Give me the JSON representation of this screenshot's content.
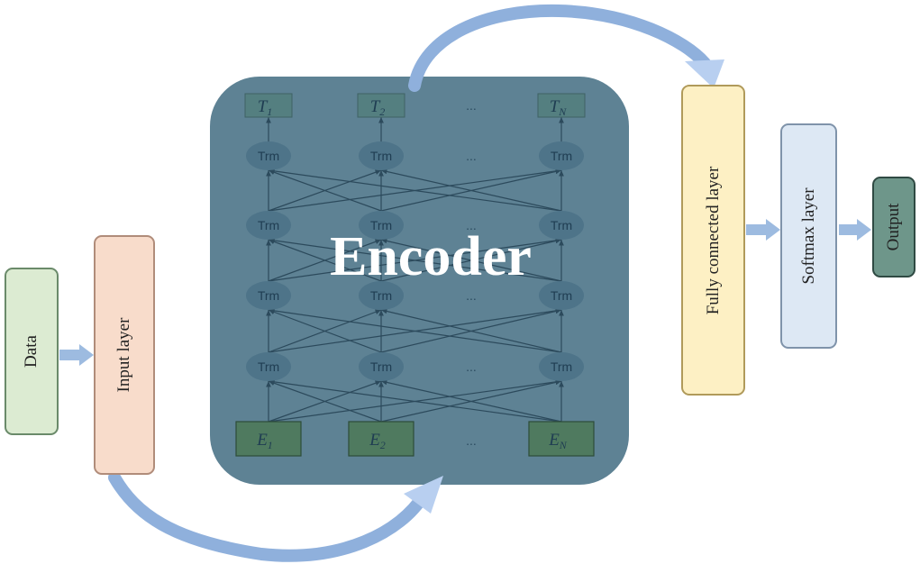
{
  "data_box": {
    "label": "Data"
  },
  "input_box": {
    "label": "Input  layer"
  },
  "encoder": {
    "title": "Encoder",
    "node_label": "Trm",
    "ellipsis": "...",
    "outputs": [
      {
        "letter": "T",
        "sub": "1"
      },
      {
        "letter": "T",
        "sub": "2"
      },
      {
        "letter": "T",
        "sub": "N"
      }
    ],
    "inputs": [
      {
        "letter": "E",
        "sub": "1"
      },
      {
        "letter": "E",
        "sub": "2"
      },
      {
        "letter": "E",
        "sub": "N"
      }
    ]
  },
  "fc_box": {
    "label": "Fully  connected  layer"
  },
  "softmax_box": {
    "label": "Softmax  layer"
  },
  "output_box": {
    "label": "Output"
  },
  "colors": {
    "data_fill": "#dcebd2",
    "input_fill": "#f8dccb",
    "encoder_fill": "#5e8294",
    "fc_fill": "#fdf0c4",
    "softmax_fill": "#dde8f4",
    "output_fill": "#6e968a",
    "arrow": "#9dbbe0"
  }
}
